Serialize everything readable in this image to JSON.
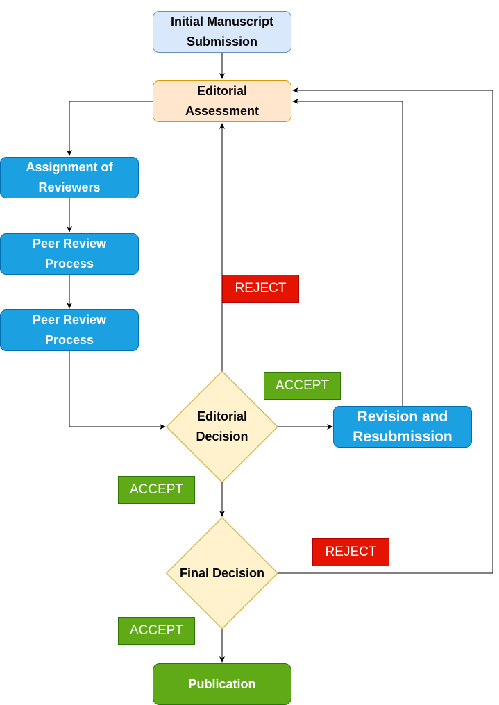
{
  "nodes": {
    "submission": "Initial Manuscript\nSubmission",
    "assessment": "Editorial\nAssessment",
    "assignment": "Assignment of\nReviewers",
    "peer_review_1": "Peer Review\nProcess",
    "peer_review_2": "Peer Review\nProcess",
    "editorial_decision": "Editorial\nDecision",
    "revision": "Revision and\nResubmission",
    "final_decision": "Final Decision",
    "publication": "Publication"
  },
  "edge_labels": {
    "reject_to_assessment": "REJECT",
    "accept_to_revision": "ACCEPT",
    "accept_to_final": "ACCEPT",
    "reject_final": "REJECT",
    "accept_publication": "ACCEPT"
  },
  "colors": {
    "connector": "#000000",
    "reject": "#e51400",
    "accept": "#60a917",
    "diamond_fill": "#fff2cc",
    "diamond_stroke": "#d6b656"
  }
}
